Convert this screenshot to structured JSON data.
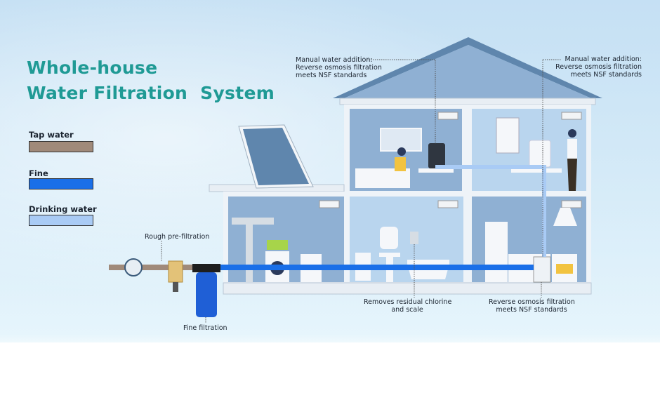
{
  "title": {
    "line1": "Whole-house",
    "line2": "Water Filtration  System"
  },
  "legend": [
    {
      "label": "Tap water",
      "color": "#a08a7a"
    },
    {
      "label": "Fine",
      "color": "#1a6fe8"
    },
    {
      "label": "Drinking water",
      "color": "#a9cbf5"
    }
  ],
  "annotations": {
    "top_left": [
      "Manual water addition:",
      "Reverse osmosis filtration",
      "meets NSF standards"
    ],
    "top_right": [
      "Manual water addition:",
      "Reverse osmosis filtration",
      "meets NSF standards"
    ],
    "rough": "Rough pre-filtration",
    "fine": "Fine filtration",
    "chlorine": [
      "Removes residual chlorine",
      "and scale"
    ],
    "ro_bottom": [
      "Reverse osmosis filtration",
      "meets NSF standards"
    ]
  },
  "colors": {
    "title": "#1f9a95",
    "wall": "#8fb0d3",
    "room_light": "#b9d5ee",
    "roof": "#5f86ad"
  }
}
